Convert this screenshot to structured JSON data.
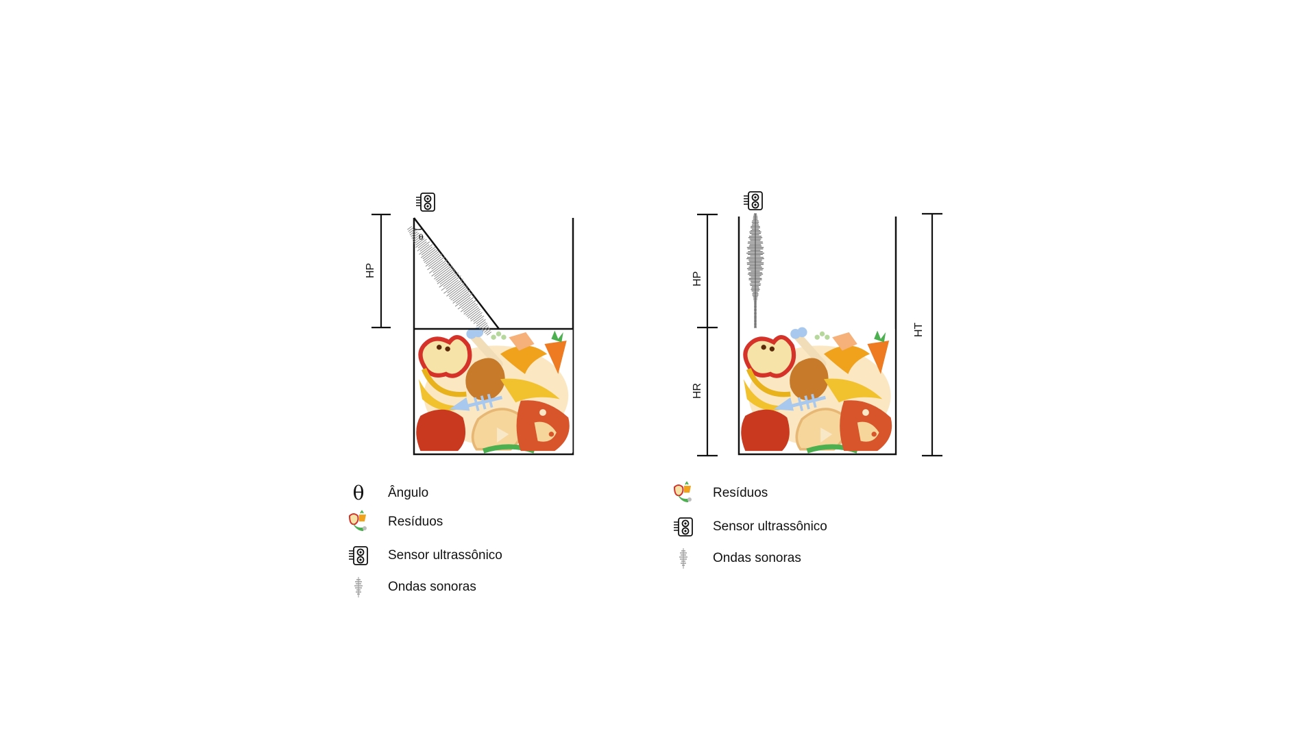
{
  "diagrams": [
    {
      "name": "angled-measurement",
      "dimensions": [
        {
          "id": "hp",
          "label": "HP"
        }
      ],
      "angle_symbol": "θ"
    },
    {
      "name": "vertical-measurement",
      "dimensions": [
        {
          "id": "hp",
          "label": "HP"
        },
        {
          "id": "hr",
          "label": "HR"
        },
        {
          "id": "ht",
          "label": "HT"
        }
      ]
    }
  ],
  "legend_left": {
    "items": [
      {
        "icon": "theta-icon",
        "symbol": "θ",
        "label": "Ângulo"
      },
      {
        "icon": "waste-icon",
        "label": "Resíduos"
      },
      {
        "icon": "ultrasonic-sensor-icon",
        "label": "Sensor ultrassônico"
      },
      {
        "icon": "sound-waves-icon",
        "label": "Ondas sonoras"
      }
    ]
  },
  "legend_right": {
    "items": [
      {
        "icon": "waste-icon",
        "label": "Resíduos"
      },
      {
        "icon": "ultrasonic-sensor-icon",
        "label": "Sensor ultrassônico"
      },
      {
        "icon": "sound-waves-icon",
        "label": "Ondas sonoras"
      }
    ]
  },
  "colors": {
    "outline": "#111111",
    "wave": "#8a8a8a",
    "apple_red": "#c8391f",
    "banana_yellow": "#f2c12e",
    "orange_peel": "#f0a21c",
    "carrot": "#ee7a22",
    "bone": "#f1ddb8",
    "fish_blue": "#a8c8ee",
    "leaf_green": "#4caf50",
    "meat_brown": "#c77a2a",
    "pizza_cheese": "#f6d69a"
  }
}
